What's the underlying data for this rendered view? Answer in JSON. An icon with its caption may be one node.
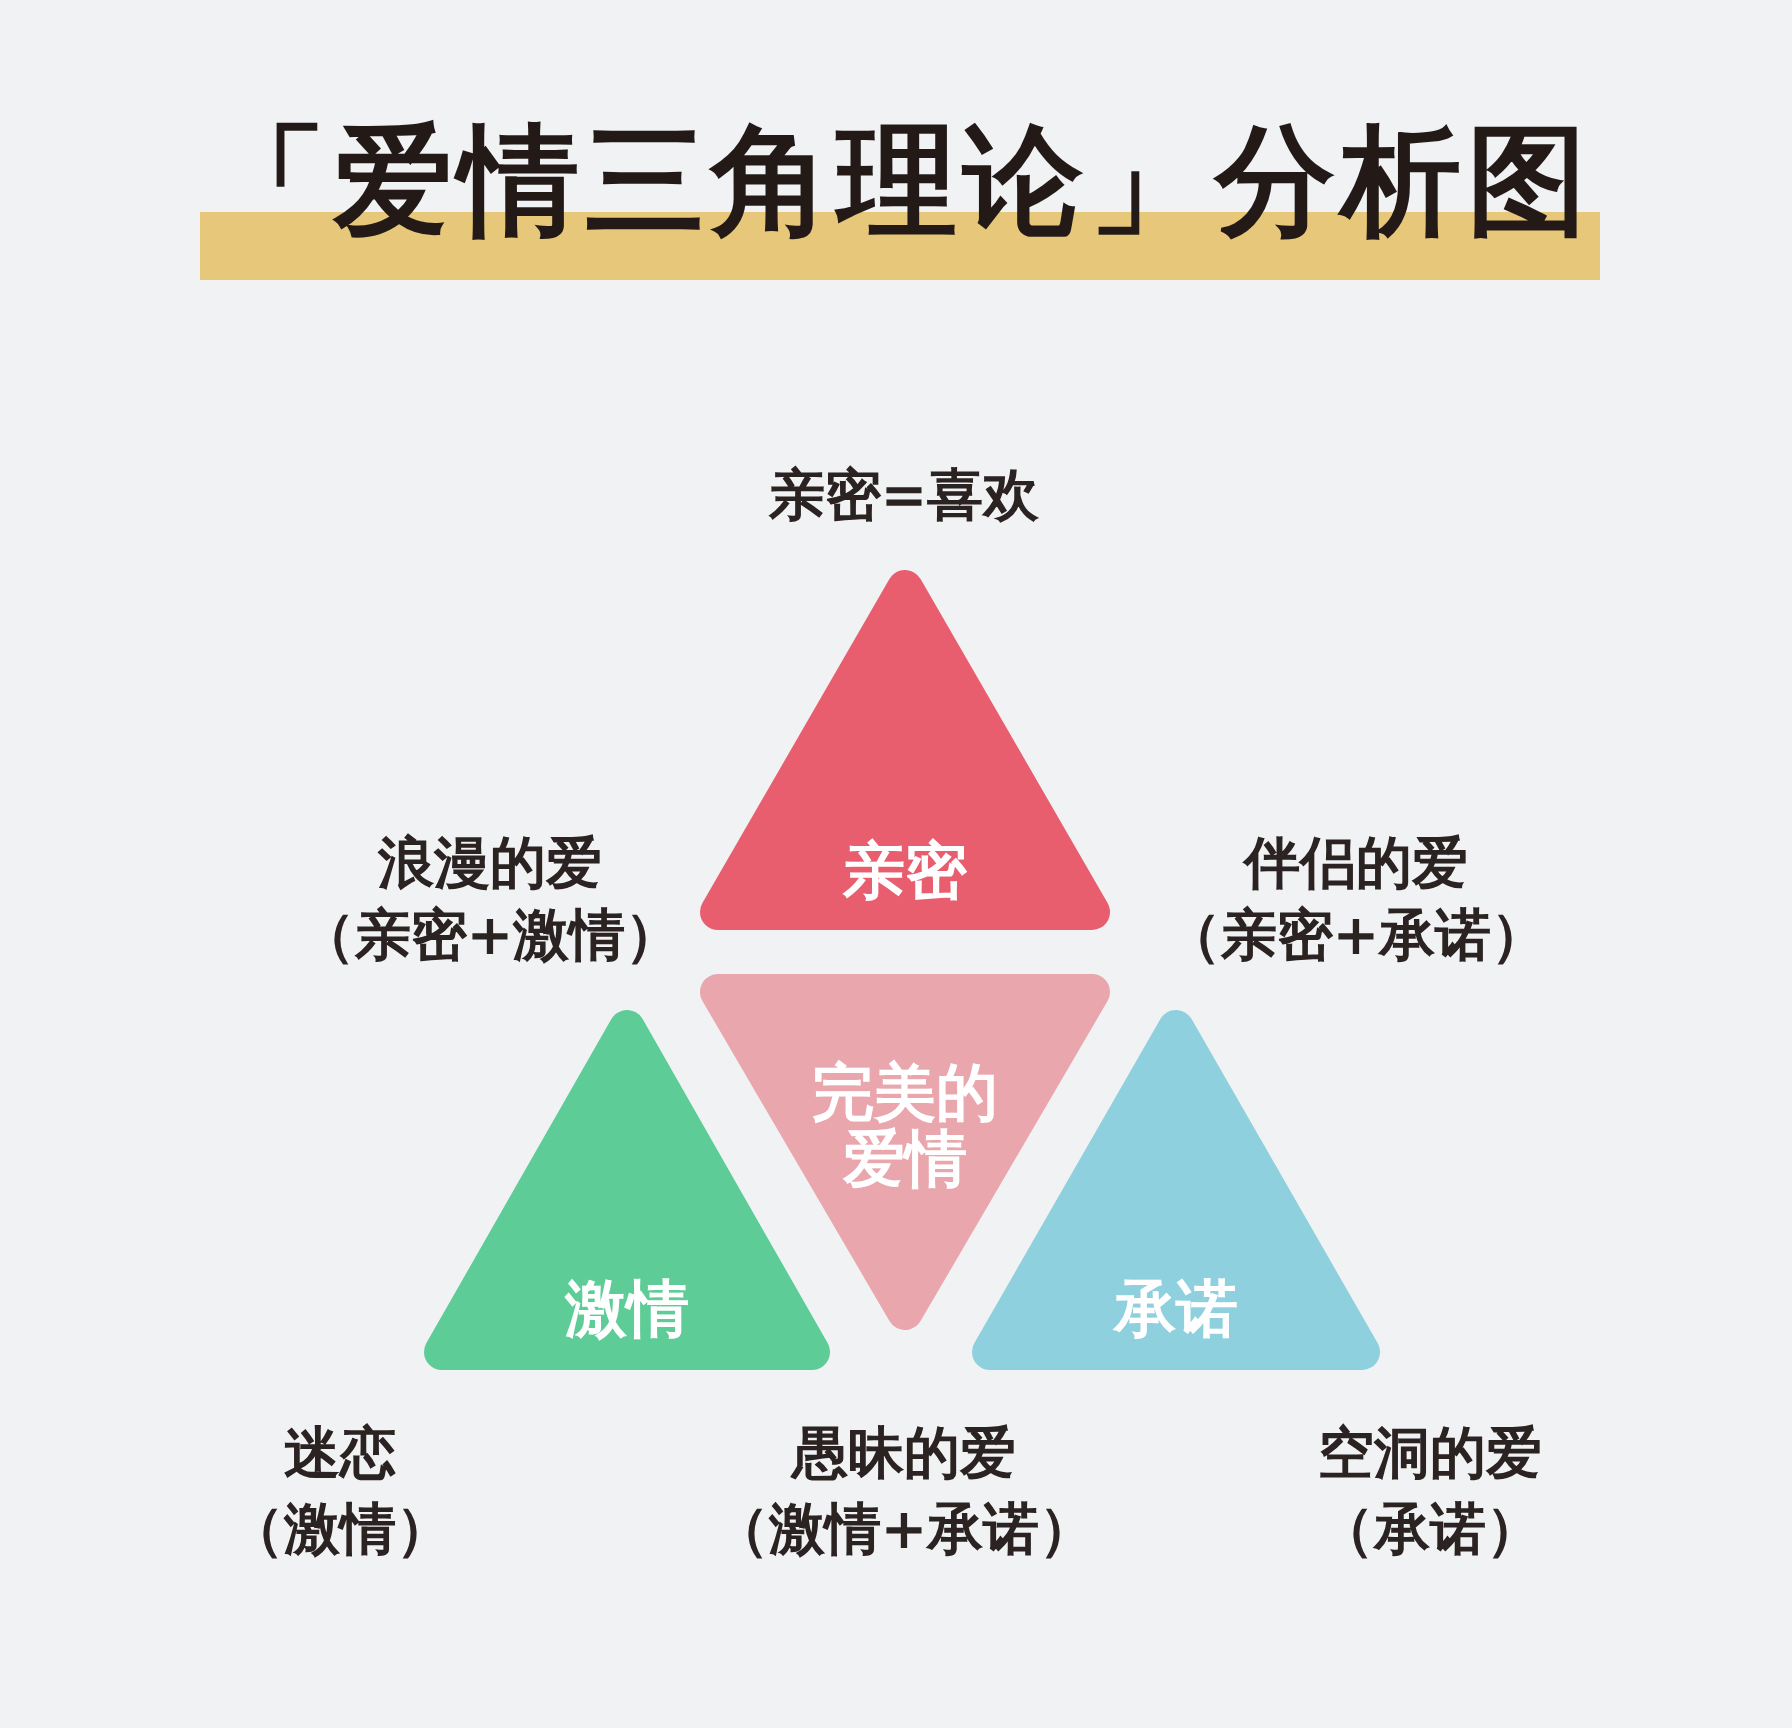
{
  "diagram": {
    "title": "「爱情三角理论」分析图",
    "nodes": [
      {
        "text": [
          "亲密"
        ],
        "beside": [
          "亲密=喜欢"
        ]
      },
      {
        "text": [
          "激情"
        ],
        "beside": [
          "迷恋",
          "（激情）"
        ]
      },
      {
        "text": [
          "完美的爱情"
        ]
      },
      {
        "text": [
          "承诺"
        ],
        "beside": [
          "空洞的爱",
          "（承诺）"
        ]
      }
    ],
    "edges": [],
    "labels": [
      "浪漫的爱",
      "（亲密+激情）",
      "伴侣的爱",
      "（亲密+承诺）",
      "愚昧的爱",
      "（激情+承诺）"
    ]
  }
}
